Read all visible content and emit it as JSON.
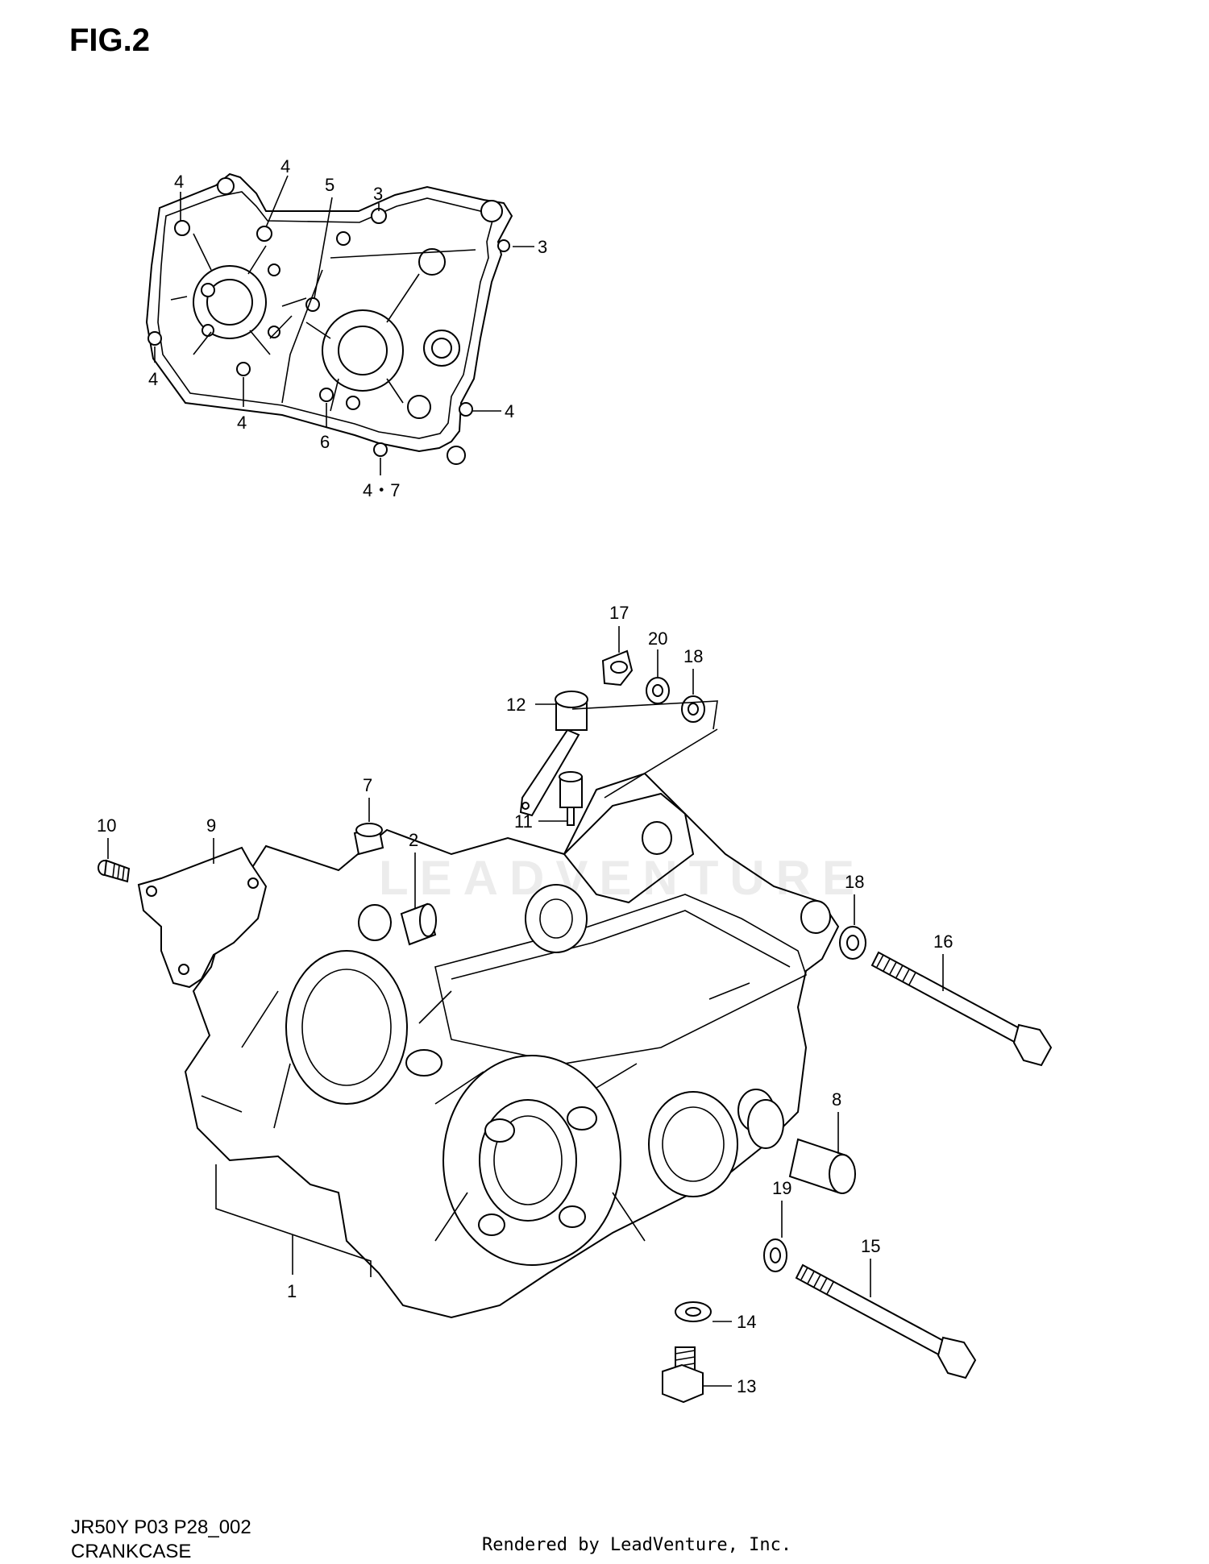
{
  "figure": {
    "title": "FIG.2"
  },
  "watermark": {
    "text": "LEADVENTURE"
  },
  "gasket_callouts": {
    "c4a": "4",
    "c4b": "4",
    "c5": "5",
    "c3a": "3",
    "c3b": "3",
    "c4c": "4",
    "c4d": "4",
    "c6": "6",
    "c4e": "4",
    "c47": "4・7"
  },
  "crankcase_callouts": {
    "c17": "17",
    "c20": "20",
    "c18a": "18",
    "c12": "12",
    "c7": "7",
    "c11": "11",
    "c10": "10",
    "c9": "9",
    "c2": "2",
    "c18b": "18",
    "c16": "16",
    "c8": "8",
    "c19": "19",
    "c15": "15",
    "c14": "14",
    "c13": "13",
    "c1": "1"
  },
  "footer": {
    "code": "JR50Y P03 P28_002",
    "name": "CRANKCASE",
    "credit": "Rendered by LeadVenture, Inc."
  }
}
